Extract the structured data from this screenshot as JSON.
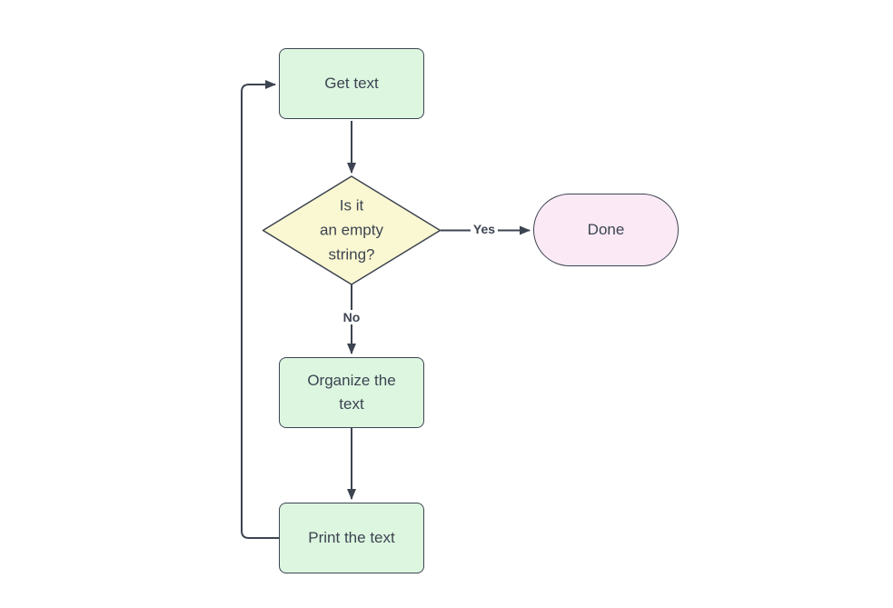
{
  "diagram": {
    "background": "#ffffff",
    "stroke": "#3d4451",
    "text_color": "#3d4451",
    "nodes": [
      {
        "id": "get-text",
        "type": "process",
        "label": "Get text",
        "fill": "#dcf6e0"
      },
      {
        "id": "empty-string-decision",
        "type": "decision",
        "label": "Is it an empty string?",
        "label_lines": [
          "Is it",
          "an empty",
          "string?"
        ],
        "fill": "#faf8d2"
      },
      {
        "id": "done",
        "type": "terminator",
        "label": "Done",
        "fill": "#fbeaf6"
      },
      {
        "id": "organize-text",
        "type": "process",
        "label": "Organize the text",
        "fill": "#dcf6e0"
      },
      {
        "id": "print-text",
        "type": "process",
        "label": "Print the text",
        "fill": "#dcf6e0"
      }
    ],
    "edges": [
      {
        "from": "get-text",
        "to": "empty-string-decision",
        "label": ""
      },
      {
        "from": "empty-string-decision",
        "to": "done",
        "label": "Yes"
      },
      {
        "from": "empty-string-decision",
        "to": "organize-text",
        "label": "No"
      },
      {
        "from": "organize-text",
        "to": "print-text",
        "label": ""
      },
      {
        "from": "print-text",
        "to": "get-text",
        "label": ""
      }
    ]
  }
}
